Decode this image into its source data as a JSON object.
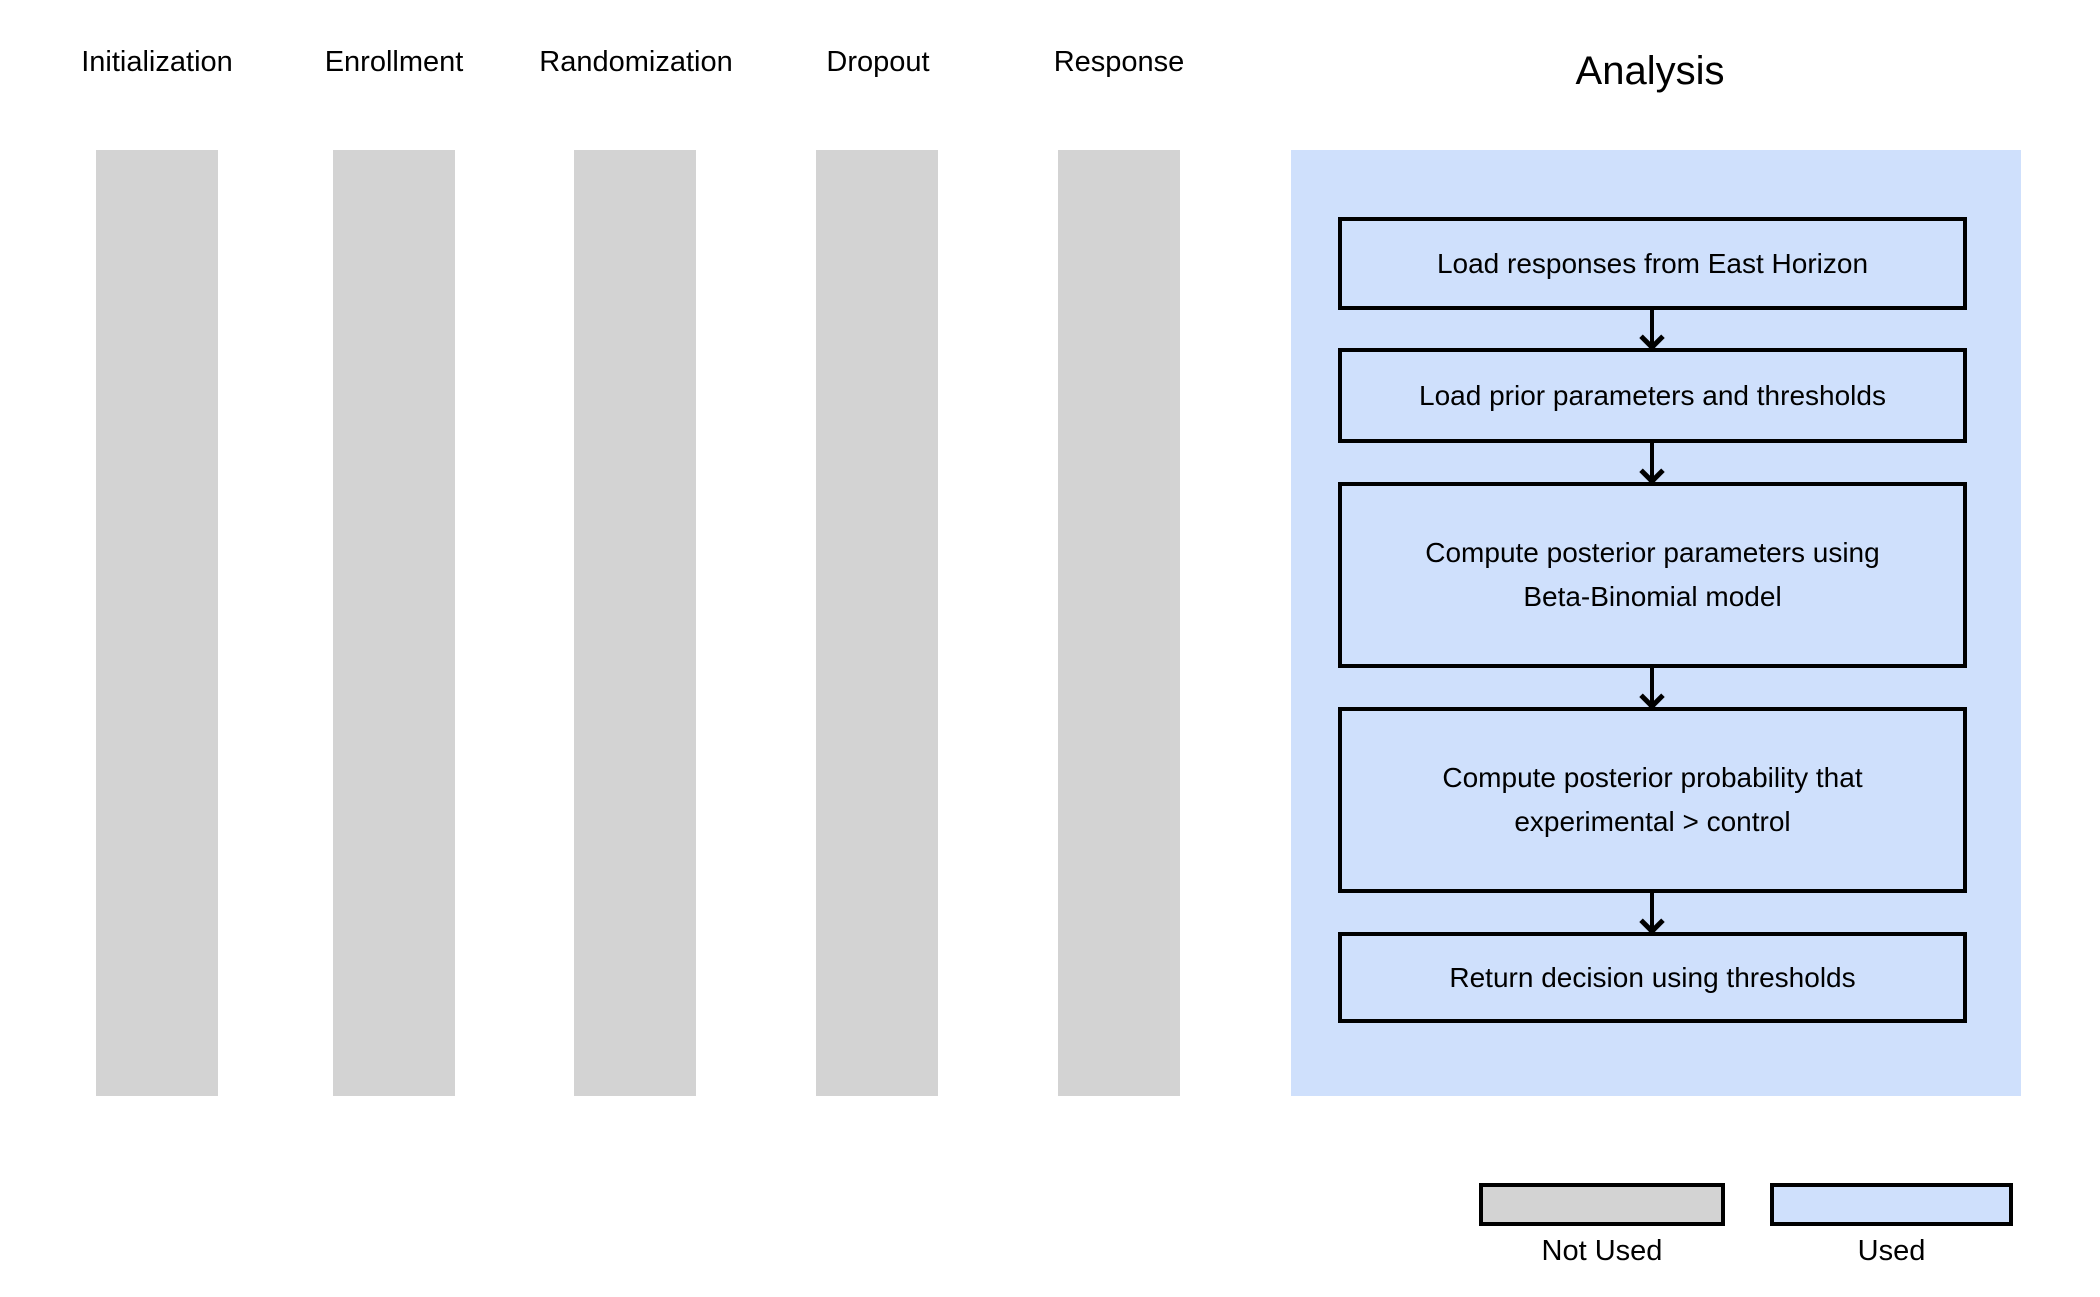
{
  "analysis": {
    "label": "Analysis",
    "status": "used",
    "steps": [
      "Load responses from East Horizon",
      "Load prior parameters and thresholds",
      "Compute posterior parameters using Beta-Binomial model",
      "Compute posterior probability that experimental > control",
      "Return decision using thresholds"
    ]
  },
  "columns": [
    {
      "label": "Initialization",
      "status": "not_used"
    },
    {
      "label": "Enrollment",
      "status": "not_used"
    },
    {
      "label": "Randomization",
      "status": "not_used"
    },
    {
      "label": "Dropout",
      "status": "not_used"
    },
    {
      "label": "Response",
      "status": "not_used"
    }
  ],
  "legend": {
    "not_used": {
      "label": "Not Used",
      "color": "#d3d3d3"
    },
    "used": {
      "label": "Used",
      "color": "#cfe0fc"
    }
  }
}
